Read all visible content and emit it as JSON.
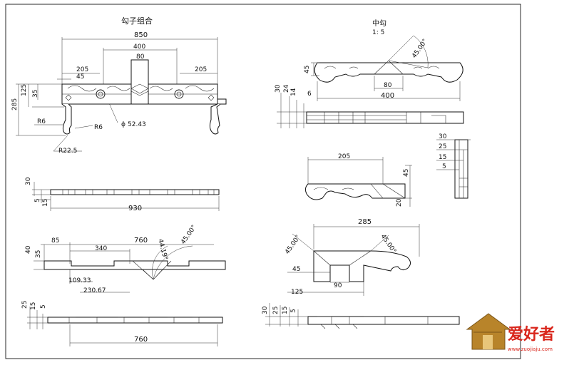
{
  "titles": {
    "assembly": "勾子组合",
    "middle_hook": "中勾",
    "middle_hook_scale": "1: 5"
  },
  "front_view": {
    "overall": "850",
    "center_span": "400",
    "center_block": "80",
    "left_end": "205",
    "left_inner": "45",
    "right_end": "205",
    "height_total": "285",
    "height_top": "125",
    "rail": "35",
    "radius_left": "R6",
    "radius_mid": "R6",
    "diameter": "52.43",
    "radius_foot": "R22.5"
  },
  "top_view": {
    "h1": "30",
    "h2": "5",
    "h3": "15",
    "length": "930"
  },
  "rail_view": {
    "h1": "40",
    "h2": "35",
    "offset": "85",
    "length": "760",
    "inner": "340",
    "angle_a": "44.19°",
    "angle_b": "45.00°",
    "d1": "109.33",
    "d2": "230.67"
  },
  "bottom_view": {
    "h1": "25",
    "h2": "15",
    "h3": "5",
    "length": "760"
  },
  "middle_front": {
    "height": "45",
    "angle": "45.00°",
    "notch": "80",
    "length": "400"
  },
  "middle_side": {
    "a": "30",
    "b": "24",
    "c": "14",
    "d": "6"
  },
  "side_profile": {
    "a": "30",
    "b": "25",
    "c": "15",
    "d": "5"
  },
  "half_hook": {
    "length": "205",
    "height": "45",
    "base": "20"
  },
  "corner_hook": {
    "length": "285",
    "angle_left": "45.00°",
    "angle_right": "45.00°",
    "a": "45",
    "b": "90",
    "c": "125"
  },
  "corner_side": {
    "a": "30",
    "b": "25",
    "c": "15",
    "d": "5"
  },
  "watermark": {
    "brand": "爱好者",
    "url": "www.zuojiaju.com",
    "colors": {
      "brand": "#d9261c",
      "logo": "#b8842a"
    }
  }
}
